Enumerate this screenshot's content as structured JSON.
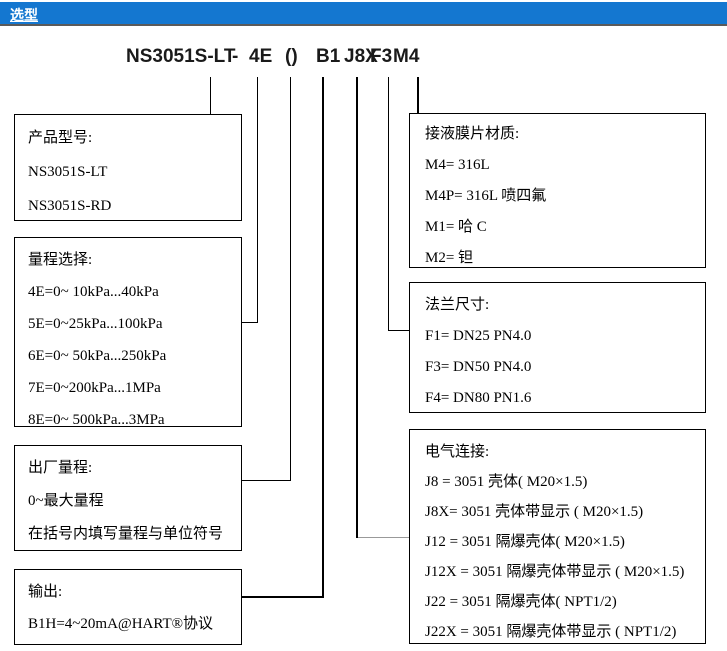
{
  "header": {
    "title": "选型"
  },
  "model_title": {
    "segments": [
      {
        "text": "NS3051S-LT"
      },
      {
        "text": "-"
      },
      {
        "text": "4E"
      },
      {
        "text": "()"
      },
      {
        "text": "B1"
      },
      {
        "text": "J8X"
      },
      {
        "text": "F3"
      },
      {
        "text": "M4"
      }
    ]
  },
  "boxes": {
    "product_model": {
      "title": "产品型号:",
      "lines": [
        "NS3051S-LT",
        "NS3051S-RD"
      ]
    },
    "range_selection": {
      "title": "量程选择:",
      "lines": [
        "4E=0~ 10kPa...40kPa",
        "5E=0~25kPa...100kPa",
        "6E=0~ 50kPa...250kPa",
        "7E=0~200kPa...1MPa",
        "8E=0~ 500kPa...3MPa"
      ]
    },
    "factory_range": {
      "title": "出厂量程:",
      "lines": [
        "0~最大量程",
        "在括号内填写量程与单位符号"
      ]
    },
    "output": {
      "title": "输出:",
      "lines": [
        "B1H=4~20mA@HART®协议"
      ]
    },
    "diaphragm_material": {
      "title": "接液膜片材质:",
      "lines": [
        "M4= 316L",
        "M4P= 316L 喷四氟",
        "M1= 哈 C",
        "M2= 钽"
      ]
    },
    "flange_size": {
      "title": "法兰尺寸:",
      "lines": [
        "F1= DN25 PN4.0",
        "F3= DN50 PN4.0",
        "F4= DN80 PN1.6"
      ]
    },
    "electrical_connection": {
      "title": "电气连接:",
      "lines": [
        "J8 = 3051 壳体( M20×1.5)",
        "J8X= 3051 壳体带显示 ( M20×1.5)",
        "J12 = 3051 隔爆壳体( M20×1.5)",
        "J12X = 3051 隔爆壳体带显示 ( M20×1.5)",
        "J22 = 3051 隔爆壳体( NPT1/2)",
        "J22X = 3051 隔爆壳体带显示 ( NPT1/2)"
      ]
    }
  },
  "colors": {
    "header_bg": "#1477D0",
    "header_text": "#FFFFFF",
    "line_black": "#000000",
    "connector_gray": "#999999"
  }
}
